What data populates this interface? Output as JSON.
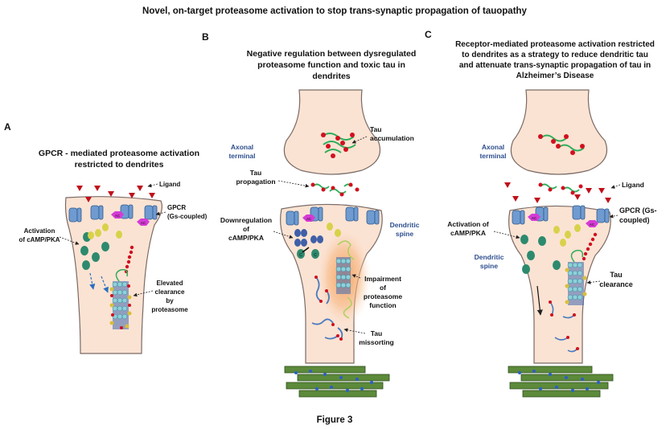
{
  "title": "Novel, on-target proteasome activation to stop trans-synaptic propagation of tauopathy",
  "caption": "Figure 3",
  "panels": {
    "a": {
      "letter": "A",
      "heading": [
        "GPCR - mediated proteasome activation",
        "restricted to dendrites"
      ],
      "labels": {
        "ligand": "Ligand",
        "gpcr": [
          "GPCR",
          "(Gs-coupled)"
        ],
        "activation": [
          "Activation",
          "of cAMP/PKA"
        ],
        "clearance": [
          "Elevated",
          "clearance",
          "by",
          "proteasome"
        ]
      }
    },
    "b": {
      "letter": "B",
      "heading": [
        "Negative regulation between dysregulated",
        "proteasome function and toxic tau in",
        "dendrites"
      ],
      "labels": {
        "axonal": [
          "Axonal",
          "terminal"
        ],
        "accumulation": [
          "Tau",
          "accumulation"
        ],
        "propagation": [
          "Tau",
          "propagation"
        ],
        "downregulation": [
          "Downregulation",
          "of",
          "cAMP/PKA"
        ],
        "dendritic": [
          "Dendritic",
          "spine"
        ],
        "impairment": [
          "Impairment",
          "of",
          "proteasome",
          "function"
        ],
        "missorting": [
          "Tau",
          "missorting"
        ]
      }
    },
    "c": {
      "letter": "C",
      "heading": [
        "Receptor-mediated proteasome activation restricted",
        "to dendrites as a strategy to reduce dendritic tau",
        "and attenuate trans-synaptic propagation of tau in",
        "Alzheimer’s Disease"
      ],
      "labels": {
        "axonal": [
          "Axonal",
          "terminal"
        ],
        "ligand": "Ligand",
        "gpcr": [
          "GPCR (Gs-",
          "coupled)"
        ],
        "activation": [
          "Activation of",
          "cAMP/PKA"
        ],
        "dendritic": [
          "Dendritic",
          "spine"
        ],
        "clearance": [
          "Tau",
          "clearance"
        ]
      }
    }
  },
  "marks": {
    "ac": "AC",
    "camp": "C"
  },
  "colors": {
    "neuron_fill": "#fbe3d3",
    "neuron_stroke": "#7a6a66",
    "receptor": "#6f9bd0",
    "ligand": "#c0101a",
    "ac_enzyme": "#d63ad6",
    "camp": "#2d8a6e",
    "pka": "#3f5fa8",
    "tau_strand": "#2fae5a",
    "tau_bead": "#d2101e",
    "microtubule": "#5c8a3a",
    "label_blue": "#2e4f8f"
  }
}
